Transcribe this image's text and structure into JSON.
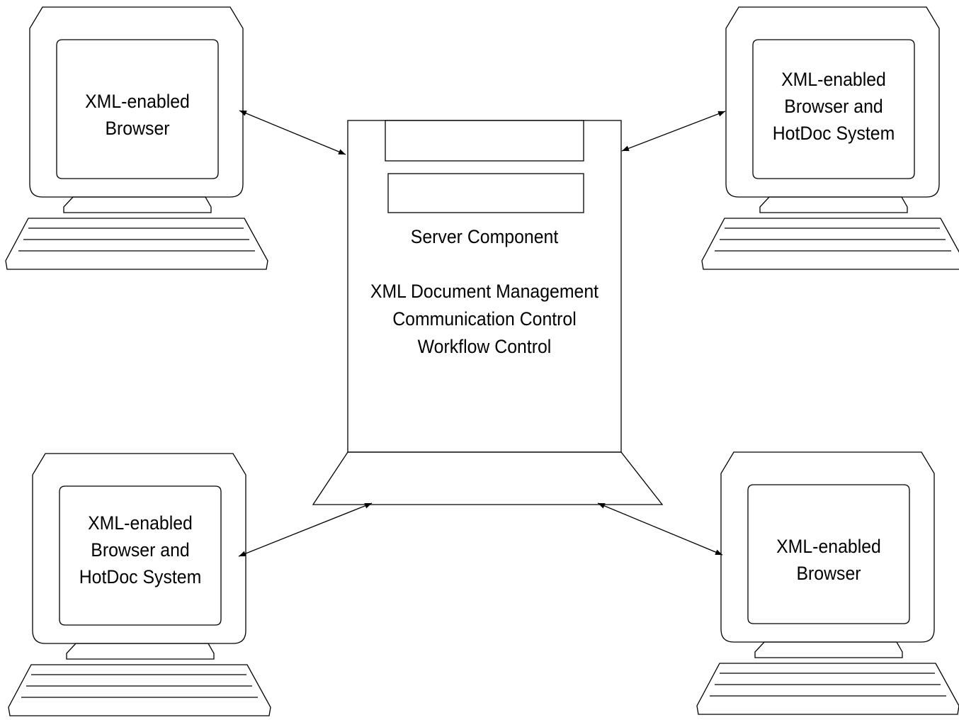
{
  "colors": {
    "line": "#000000",
    "background": "#ffffff"
  },
  "terminals": {
    "top_left": {
      "lines": [
        "XML-enabled",
        "Browser"
      ]
    },
    "top_right": {
      "lines": [
        "XML-enabled",
        "Browser and",
        "HotDoc System"
      ]
    },
    "bottom_left": {
      "lines": [
        "XML-enabled",
        "Browser and",
        "HotDoc System"
      ]
    },
    "bottom_right": {
      "lines": [
        "XML-enabled",
        "Browser"
      ]
    }
  },
  "server": {
    "title": "Server Component",
    "functions": [
      "XML Document Management",
      "Communication Control",
      "Workflow Control"
    ]
  },
  "connections": [
    "top_left",
    "top_right",
    "bottom_left",
    "bottom_right"
  ]
}
